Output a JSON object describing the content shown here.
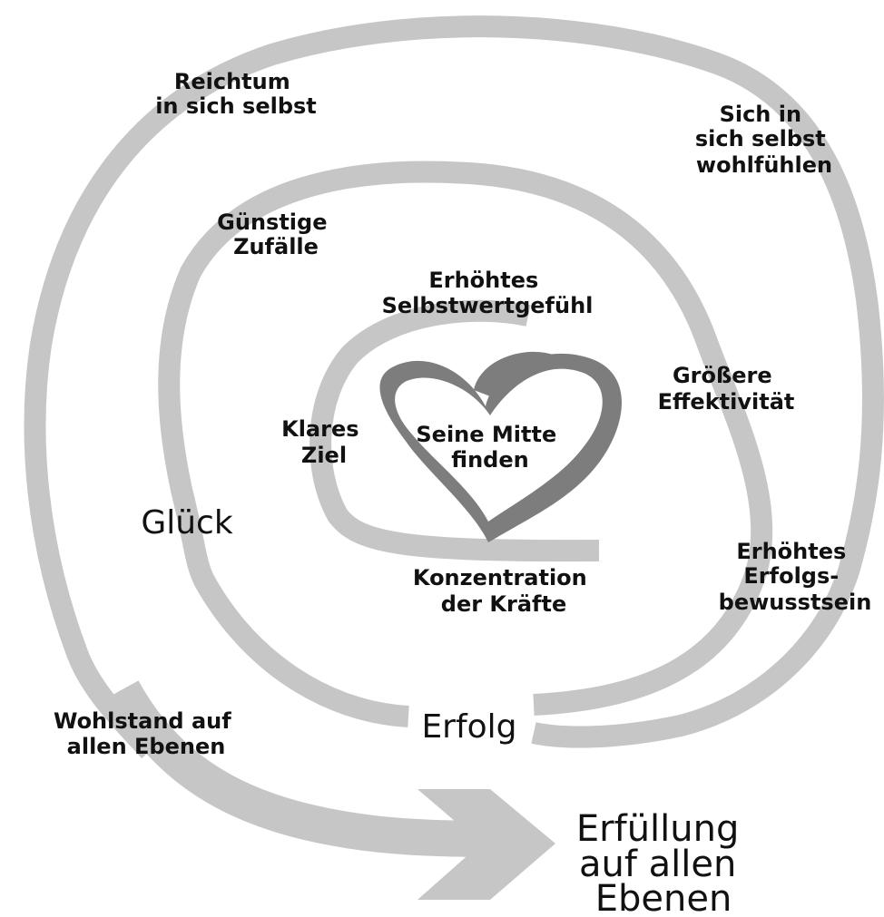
{
  "colors": {
    "spiral": "#c6c6c6",
    "heart_outer": "#7d7d7d",
    "heart_inner": "#9a9a9a",
    "text": "#111111",
    "background": "#ffffff"
  },
  "center": {
    "line1": "Seine Mitte",
    "line2": "finden"
  },
  "inner_ring": {
    "top": {
      "line1": "Erhöhtes",
      "line2": "Selbstwertgefühl"
    },
    "left": {
      "line1": "Klares",
      "line2": "Ziel"
    },
    "bottom": {
      "line1": "Konzentration",
      "line2": "der Kräfte"
    }
  },
  "middle_ring": {
    "top_left": {
      "line1": "Günstige",
      "line2": "Zufälle"
    },
    "right": {
      "line1": "Größere",
      "line2": "Effektivität"
    },
    "left": "Glück",
    "bottom": "Erfolg",
    "lower_right": {
      "line1": "Erhöhtes",
      "line2": "Erfolgs-",
      "line3": "bewusstsein"
    }
  },
  "outer_ring": {
    "top_left": {
      "line1": "Reichtum",
      "line2": "in sich selbst"
    },
    "top_right": {
      "line1": "Sich in",
      "line2": "sich selbst",
      "line3": "wohlfühlen"
    },
    "lower_left": {
      "line1": "Wohlstand auf",
      "line2": "allen Ebenen"
    }
  },
  "result": {
    "line1": "Erfüllung",
    "line2": "auf allen",
    "line3": "Ebenen"
  }
}
